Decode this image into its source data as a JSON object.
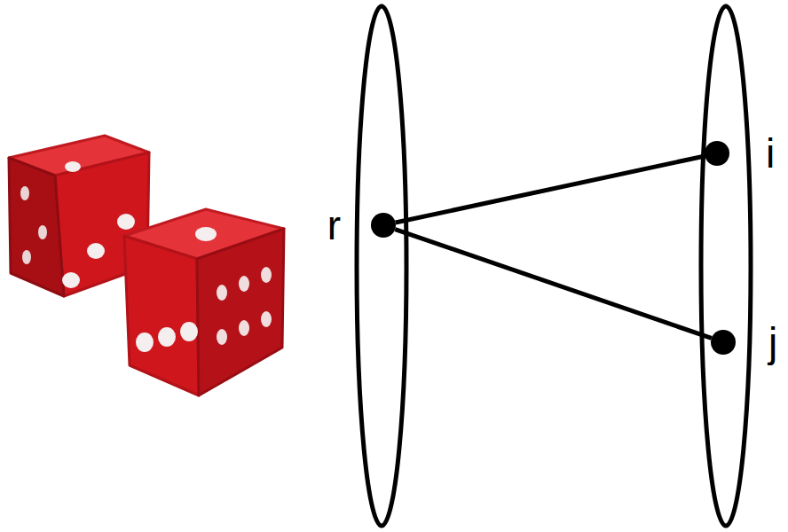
{
  "diagram": {
    "nodes": [
      {
        "text": [
          "r"
        ]
      },
      {
        "text": [
          "i"
        ]
      },
      {
        "text": [
          "j"
        ]
      }
    ],
    "edges": [
      {
        "from": 0,
        "to": 1,
        "arrow": "none"
      },
      {
        "from": 0,
        "to": 2,
        "arrow": "none"
      }
    ]
  }
}
